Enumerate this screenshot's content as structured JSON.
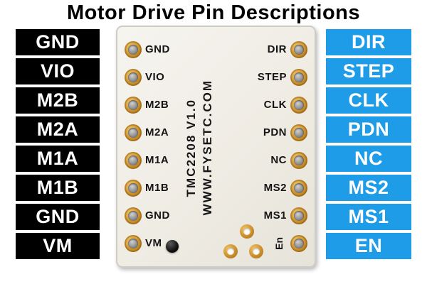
{
  "title": "Motor Drive Pin Descriptions",
  "left_column": {
    "labels": [
      "GND",
      "VIO",
      "M2B",
      "M2A",
      "M1A",
      "M1B",
      "GND",
      "VM"
    ]
  },
  "right_column": {
    "labels": [
      "DIR",
      "STEP",
      "CLK",
      "PDN",
      "NC",
      "MS2",
      "MS1",
      "EN"
    ]
  },
  "board": {
    "left_pins": [
      "GND",
      "VIO",
      "M2B",
      "M2A",
      "M1A",
      "M1B",
      "GND",
      "VM"
    ],
    "right_pins": [
      "DIR",
      "STEP",
      "CLK",
      "PDN",
      "NC",
      "MS2",
      "MS1",
      "En"
    ],
    "silkscreen_line1": "TMC2208 V1.0",
    "silkscreen_line2": "WWW.FYSETC.COM"
  },
  "colors": {
    "left_label_bg": "#000000",
    "right_label_bg": "#1f9ce8",
    "label_text": "#ffffff",
    "board_bg": "#f0ede6",
    "pad_gold": "#c98c2a",
    "title_text": "#000000"
  }
}
